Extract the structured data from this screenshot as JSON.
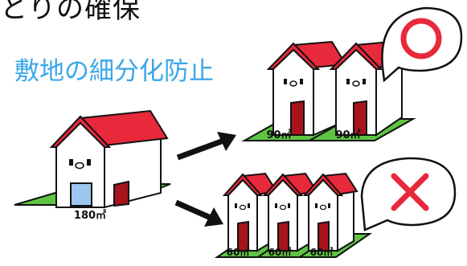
{
  "heading": {
    "title_fragment": "とりの確保",
    "subtitle": "敷地の細分化防止"
  },
  "original_lot": {
    "area_label": "180㎡"
  },
  "good_case": {
    "verdict": "○",
    "lots": [
      "90㎡",
      "90㎡"
    ]
  },
  "bad_case": {
    "verdict": "×",
    "lots": [
      "60㎡",
      "60㎡",
      "60㎡"
    ]
  },
  "colors": {
    "subtitle": "#3AA6E8",
    "roof": "#E8293B",
    "lawn": "#5FC444",
    "door": "#A8141C",
    "window": "#9CC6EE",
    "verdict_mark": "#E8293B",
    "outline": "#111111"
  },
  "icons": {
    "arrow_to_good": "arrow-right-icon",
    "arrow_to_bad": "arrow-right-icon",
    "good_mark": "circle-mark-icon",
    "bad_mark": "cross-mark-icon"
  }
}
